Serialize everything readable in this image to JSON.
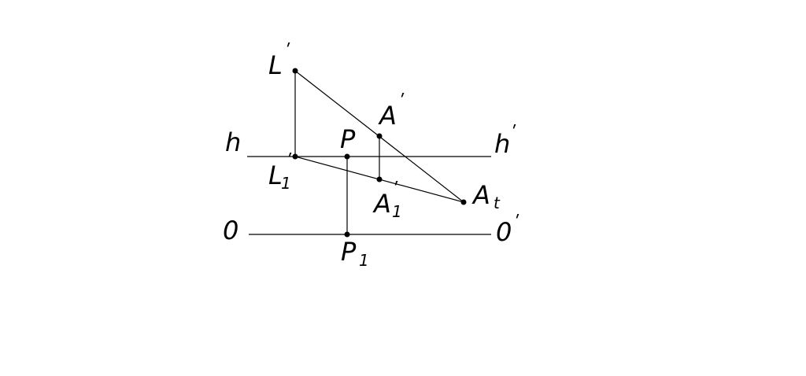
{
  "colors": {
    "ink": "#000000",
    "background": "#ffffff"
  },
  "labels": {
    "h": "h",
    "h_prime": "h",
    "zero": "0",
    "zero_prime": "0",
    "L_prime": "L",
    "L1": "L",
    "P": "P",
    "P1": "P",
    "A_prime": "A",
    "A1": "A",
    "At": "A",
    "prime_mark": "ʹ",
    "sub_one": "1",
    "sub_t": "t"
  }
}
